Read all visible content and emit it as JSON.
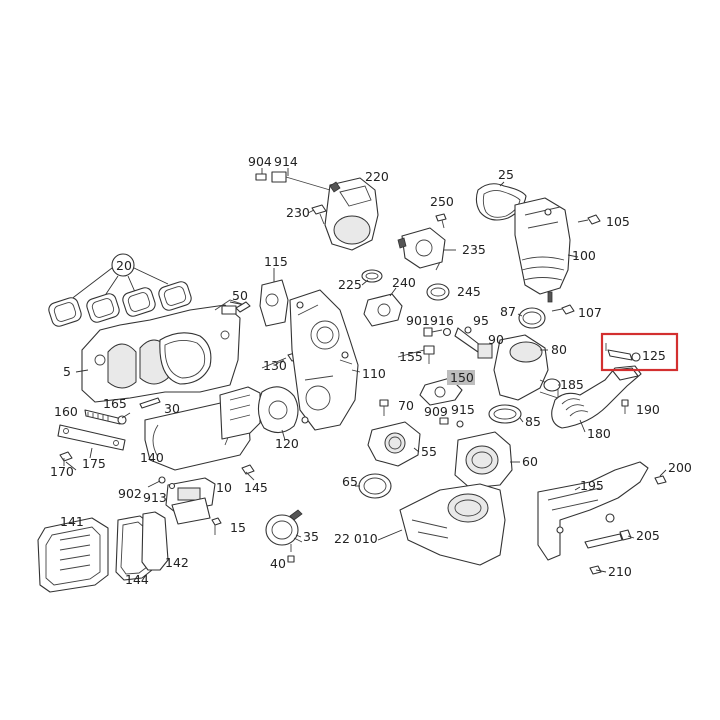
{
  "labels": {
    "p5": "5",
    "p10": "10",
    "p15": "15",
    "p20": "20",
    "p25": "25",
    "p30": "30",
    "p35": "35",
    "p40": "40",
    "p50": "50",
    "p55": "55",
    "p60": "60",
    "p65": "65",
    "p70": "70",
    "p80": "80",
    "p85": "85",
    "p87": "87",
    "p90": "90",
    "p95": "95",
    "p100": "100",
    "p105": "105",
    "p107": "107",
    "p110": "110",
    "p115": "115",
    "p120": "120",
    "p125": "125",
    "p130": "130",
    "p140": "140",
    "p141": "141",
    "p142": "142",
    "p144": "144",
    "p145": "145",
    "p150": "150",
    "p155": "155",
    "p160": "160",
    "p165": "165",
    "p170": "170",
    "p175": "175",
    "p180": "180",
    "p185": "185",
    "p190": "190",
    "p195": "195",
    "p200": "200",
    "p205": "205",
    "p210": "210",
    "p220": "220",
    "p225": "225",
    "p230": "230",
    "p235": "235",
    "p240": "240",
    "p245": "245",
    "p250": "250",
    "p901": "901",
    "p902": "902",
    "p904": "904",
    "p909": "909",
    "p913": "913",
    "p914": "914",
    "p915": "915",
    "p916": "916",
    "p22010": "22 010"
  },
  "highlight": {
    "part": "125",
    "color": "#d32f2f"
  },
  "colors": {
    "line": "#333333",
    "label_tag": "#bdbdbd"
  }
}
